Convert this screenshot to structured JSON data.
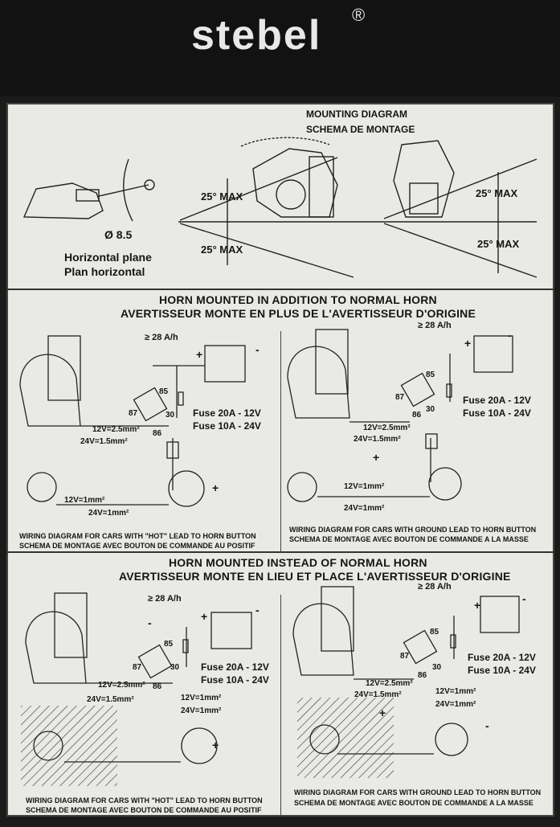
{
  "brand": {
    "name": "stebel",
    "reg": "®"
  },
  "mounting": {
    "title_en": "MOUNTING DIAGRAM",
    "title_fr": "SCHEMA DE MONTAGE",
    "diameter": "Ø 8.5",
    "plane_en": "Horizontal plane",
    "plane_fr": "Plan horizontal",
    "angle_label": "25° MAX"
  },
  "section1": {
    "title_en": "HORN MOUNTED IN ADDITION TO NORMAL HORN",
    "title_fr": "AVERTISSEUR MONTE EN PLUS DE L'AVERTISSEUR D'ORIGINE"
  },
  "section2": {
    "title_en": "HORN MOUNTED INSTEAD OF NORMAL HORN",
    "title_fr": "AVERTISSEUR MONTE EN LIEU ET PLACE L'AVERTISSEUR D'ORIGINE"
  },
  "labels": {
    "capacity": "≥ 28 A/h",
    "fuse12": "Fuse 20A  -  12V",
    "fuse24": "Fuse 10A  -  24V",
    "wire12": "12V=2.5mm²",
    "wire24": "24V=1.5mm²",
    "wire12s": "12V=1mm²",
    "wire24s": "24V=1mm²",
    "plus": "+",
    "minus": "-",
    "t85": "85",
    "t87": "87",
    "t86": "86",
    "t30": "30"
  },
  "captions": {
    "hot_en": "WIRING DIAGRAM FOR CARS WITH \"HOT\" LEAD TO HORN BUTTON",
    "hot_fr": "SCHEMA DE MONTAGE AVEC BOUTON DE COMMANDE AU POSITIF",
    "ground_en": "WIRING DIAGRAM FOR CARS WITH GROUND LEAD TO HORN BUTTON",
    "ground_fr": "SCHEMA DE MONTAGE AVEC BOUTON DE COMMANDE A LA MASSE"
  },
  "colors": {
    "paper": "#e9e9e6",
    "ink": "#151515",
    "frame": "#121212"
  }
}
